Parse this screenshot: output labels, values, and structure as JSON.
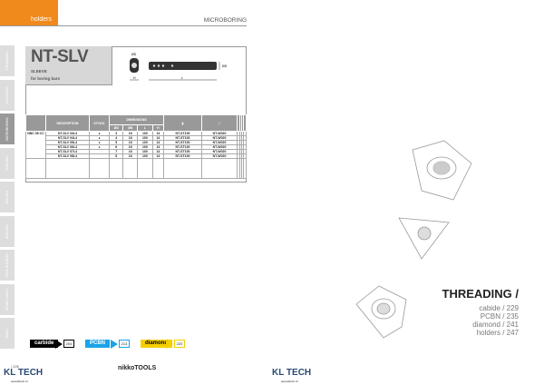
{
  "header": {
    "section": "holders",
    "category": "MICROBORING"
  },
  "side_tabs": [
    "THREADING",
    "GROOVING",
    "MICROBORING",
    "TURNING",
    "MILLING",
    "DRILLING",
    "TOOL HOLDERS",
    "SPARE PARTS",
    "INDEX"
  ],
  "product": {
    "title": "NT-SLV",
    "subtitle1": "SLEEVE",
    "subtitle2": "for boring bars",
    "dim_labels": {
      "od": "ØD",
      "h": "H",
      "l": "L",
      "d": "ØD"
    }
  },
  "table": {
    "headers": [
      "",
      "DESCRIPTION",
      "STOCK",
      "DIMENSIONS",
      "",
      "",
      "",
      "",
      "",
      ""
    ],
    "subheaders": [
      "ØD",
      "ØB",
      "L",
      "H"
    ],
    "group": "NNC 06 CC",
    "rows": [
      [
        "NT-SLV 03L4",
        "●",
        "3",
        "16",
        "100",
        "14",
        "NT-ST100",
        "NT-W020"
      ],
      [
        "NT-SLV 04L4",
        "●",
        "4",
        "16",
        "100",
        "14",
        "NT-ST100",
        "NT-W020"
      ],
      [
        "NT-SLV 05L4",
        "●",
        "5",
        "16",
        "100",
        "14",
        "NT-ST100",
        "NT-W020"
      ],
      [
        "NT-SLV 06L4",
        "●",
        "6",
        "16",
        "100",
        "14",
        "NT-ST100",
        "NT-W020"
      ],
      [
        "NT-SLV 07L4",
        "",
        "7",
        "16",
        "100",
        "14",
        "NT-ST100",
        "NT-W020"
      ],
      [
        "NT-SLV 08L4",
        "",
        "8",
        "16",
        "100",
        "14",
        "NT-ST100",
        "NT-W020"
      ]
    ]
  },
  "legend": [
    {
      "label": "carbide",
      "page": "204",
      "color": "#000000"
    },
    {
      "label": "PCBN",
      "page": "213",
      "color": "#1aa3e8"
    },
    {
      "label": "diamond",
      "page": "220",
      "color": "#f5d000"
    }
  ],
  "footer": {
    "page_left": "/ 226",
    "brand": "KL TECH",
    "url": "www.kltech.cz",
    "center_logo": "nikkoTOOLS"
  },
  "right_page": {
    "heading": "THREADING /",
    "links": [
      "cabide / 229",
      "PCBN / 235",
      "diamond / 241",
      "holders / 247"
    ]
  }
}
